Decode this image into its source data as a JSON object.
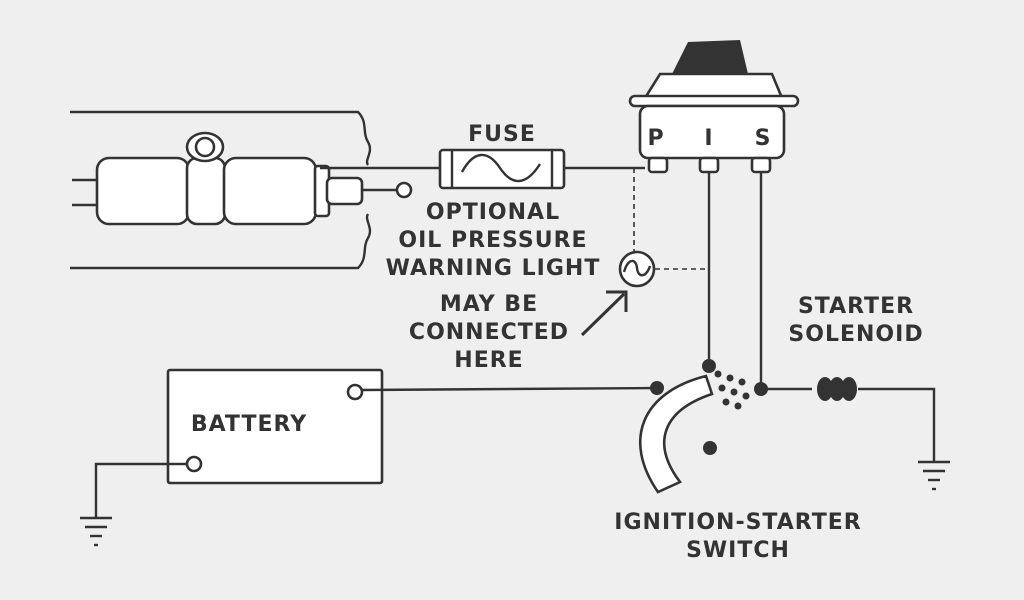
{
  "labels": {
    "fuse": "FUSE",
    "optional_line1": "OPTIONAL",
    "optional_line2": "OIL PRESSURE",
    "optional_line3": "WARNING LIGHT",
    "may_be_line1": "MAY BE",
    "may_be_line2": "CONNECTED",
    "may_be_line3": "HERE",
    "starter_line1": "STARTER",
    "starter_line2": "SOLENOID",
    "battery": "BATTERY",
    "switch_line1": "IGNITION-STARTER",
    "switch_line2": "SWITCH",
    "terminal_p": "P",
    "terminal_i": "I",
    "terminal_s": "S"
  },
  "colors": {
    "background": "#efefef",
    "ink": "#333333",
    "fill": "#ffffff"
  },
  "icons": [
    "fuse-icon",
    "warning-light-icon",
    "solenoid-coil-icon",
    "ground-icon",
    "arrow-icon"
  ]
}
